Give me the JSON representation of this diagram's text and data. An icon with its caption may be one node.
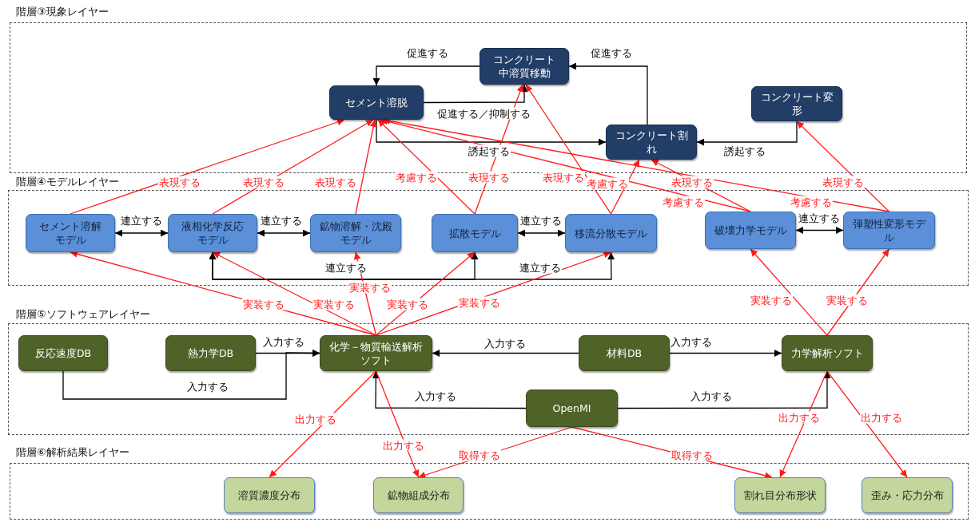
{
  "diagram": {
    "nodes": [
      {
        "text": [
          "階層③現象レイヤー"
        ]
      },
      {
        "text": [
          "セメント溶脱"
        ],
        "in": 0
      },
      {
        "text": [
          "コンクリート中溶質移動"
        ],
        "in": 0
      },
      {
        "text": [
          "コンクリート割れ"
        ],
        "in": 0
      },
      {
        "text": [
          "コンクリート変形"
        ],
        "in": 0
      },
      {
        "text": [
          "階層④モデルレイヤー"
        ]
      },
      {
        "text": [
          "セメント溶解モデル"
        ],
        "in": 5
      },
      {
        "text": [
          "液相化学反応モデル"
        ],
        "in": 5
      },
      {
        "text": [
          "鉱物溶解・沈殿モデル"
        ],
        "in": 5
      },
      {
        "text": [
          "拡散モデル"
        ],
        "in": 5
      },
      {
        "text": [
          "移流分散モデル"
        ],
        "in": 5
      },
      {
        "text": [
          "破壊力学モデル"
        ],
        "in": 5
      },
      {
        "text": [
          "弾塑性変形モデル"
        ],
        "in": 5
      },
      {
        "text": [
          "階層⑤ソフトウェアレイヤー"
        ]
      },
      {
        "text": [
          "反応速度DB"
        ],
        "in": 13
      },
      {
        "text": [
          "熱力学DB"
        ],
        "in": 13
      },
      {
        "text": [
          "化学－物質輸送解析ソフト"
        ],
        "in": 13
      },
      {
        "text": [
          "材料DB"
        ],
        "in": 13
      },
      {
        "text": [
          "力学解析ソフト"
        ],
        "in": 13
      },
      {
        "text": [
          "OpenMI"
        ],
        "in": 13
      },
      {
        "text": [
          "階層⑥解析結果レイヤー"
        ]
      },
      {
        "text": [
          "溶質濃度分布"
        ],
        "in": 20
      },
      {
        "text": [
          "鉱物組成分布"
        ],
        "in": 20
      },
      {
        "text": [
          "割れ目分布形状"
        ],
        "in": 20
      },
      {
        "text": [
          "歪み・応力分布"
        ],
        "in": 20
      }
    ],
    "edges": [
      {
        "from": 2,
        "to": 1,
        "arrow": "to",
        "label": "促進する",
        "color": "#000000"
      },
      {
        "from": 1,
        "to": 2,
        "arrow": "to",
        "label": "促進する／抑制する",
        "color": "#000000"
      },
      {
        "from": 3,
        "to": 2,
        "arrow": "to",
        "label": "促進する",
        "color": "#000000"
      },
      {
        "from": 1,
        "to": 3,
        "arrow": "to",
        "label": "誘起する",
        "color": "#000000"
      },
      {
        "from": 4,
        "to": 3,
        "arrow": "to",
        "label": "誘起する",
        "color": "#000000"
      },
      {
        "from": 6,
        "to": 7,
        "arrow": "both",
        "label": "連立する",
        "color": "#000000"
      },
      {
        "from": 7,
        "to": 8,
        "arrow": "both",
        "label": "連立する",
        "color": "#000000"
      },
      {
        "from": 9,
        "to": 10,
        "arrow": "both",
        "label": "連立する",
        "color": "#000000"
      },
      {
        "from": 11,
        "to": 12,
        "arrow": "both",
        "label": "連立する",
        "color": "#000000"
      },
      {
        "from": 7,
        "to": 9,
        "arrow": "both",
        "label": "連立する",
        "color": "#000000"
      },
      {
        "from": 7,
        "to": 10,
        "arrow": "both",
        "label": "連立する",
        "color": "#000000"
      },
      {
        "from": 6,
        "to": 1,
        "arrow": "to",
        "label": "表現する",
        "color": "#ff1a1a"
      },
      {
        "from": 7,
        "to": 1,
        "arrow": "to",
        "label": "表現する",
        "color": "#ff1a1a"
      },
      {
        "from": 8,
        "to": 1,
        "arrow": "to",
        "label": "表現する",
        "color": "#ff1a1a"
      },
      {
        "from": 9,
        "to": 1,
        "arrow": "to",
        "label": "考慮する",
        "color": "#ff1a1a"
      },
      {
        "from": 9,
        "to": 2,
        "arrow": "to",
        "label": "表現する",
        "color": "#ff1a1a"
      },
      {
        "from": 10,
        "to": 2,
        "arrow": "to",
        "label": "表現する",
        "color": "#ff1a1a"
      },
      {
        "from": 10,
        "to": 3,
        "arrow": "to",
        "label": "考慮する",
        "color": "#ff1a1a"
      },
      {
        "from": 11,
        "to": 3,
        "arrow": "to",
        "label": "表現する",
        "color": "#ff1a1a"
      },
      {
        "from": 11,
        "to": 1,
        "arrow": "to",
        "label": "考慮する",
        "color": "#ff1a1a"
      },
      {
        "from": 12,
        "to": 1,
        "arrow": "to",
        "label": "考慮する",
        "color": "#ff1a1a"
      },
      {
        "from": 12,
        "to": 4,
        "arrow": "to",
        "label": "表現する",
        "color": "#ff1a1a"
      },
      {
        "from": 16,
        "to": 6,
        "arrow": "to",
        "label": "実装する",
        "color": "#ff1a1a"
      },
      {
        "from": 16,
        "to": 7,
        "arrow": "to",
        "label": "実装する",
        "color": "#ff1a1a"
      },
      {
        "from": 16,
        "to": 8,
        "arrow": "to",
        "label": "実装する",
        "color": "#ff1a1a"
      },
      {
        "from": 16,
        "to": 9,
        "arrow": "to",
        "label": "実装する",
        "color": "#ff1a1a"
      },
      {
        "from": 16,
        "to": 10,
        "arrow": "to",
        "label": "実装する",
        "color": "#ff1a1a"
      },
      {
        "from": 18,
        "to": 11,
        "arrow": "to",
        "label": "実装する",
        "color": "#ff1a1a"
      },
      {
        "from": 18,
        "to": 12,
        "arrow": "to",
        "label": "実装する",
        "color": "#ff1a1a"
      },
      {
        "from": 15,
        "to": 16,
        "arrow": "to",
        "label": "入力する",
        "color": "#000000"
      },
      {
        "from": 14,
        "to": 16,
        "arrow": "to",
        "label": "入力する",
        "color": "#000000"
      },
      {
        "from": 17,
        "to": 16,
        "arrow": "to",
        "label": "入力する",
        "color": "#000000"
      },
      {
        "from": 17,
        "to": 18,
        "arrow": "to",
        "label": "入力する",
        "color": "#000000"
      },
      {
        "from": 19,
        "to": 16,
        "arrow": "to",
        "label": "入力する",
        "color": "#000000"
      },
      {
        "from": 19,
        "to": 18,
        "arrow": "to",
        "label": "入力する",
        "color": "#000000"
      },
      {
        "from": 16,
        "to": 21,
        "arrow": "to",
        "label": "出力する",
        "color": "#ff1a1a"
      },
      {
        "from": 16,
        "to": 22,
        "arrow": "to",
        "label": "出力する",
        "color": "#ff1a1a"
      },
      {
        "from": 19,
        "to": 22,
        "arrow": "to",
        "label": "取得する",
        "color": "#ff1a1a"
      },
      {
        "from": 19,
        "to": 23,
        "arrow": "to",
        "label": "取得する",
        "color": "#ff1a1a"
      },
      {
        "from": 18,
        "to": 23,
        "arrow": "to",
        "label": "出力する",
        "color": "#ff1a1a"
      },
      {
        "from": 18,
        "to": 24,
        "arrow": "to",
        "label": "出力する",
        "color": "#ff1a1a"
      }
    ]
  }
}
